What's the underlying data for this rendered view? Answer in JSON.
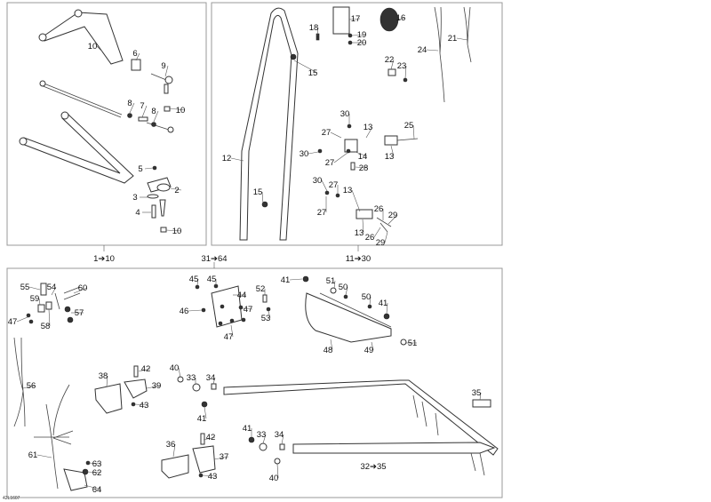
{
  "diagram_code": "42L1607",
  "groups": [
    {
      "caption": "1➔10"
    },
    {
      "caption": "11➔30"
    },
    {
      "caption": "31➔64"
    },
    {
      "caption": "32➔35"
    }
  ],
  "callouts": {
    "top_left": [
      "10",
      "6",
      "9",
      "8",
      "7",
      "8",
      "10",
      "5",
      "2",
      "3",
      "4",
      "10"
    ],
    "top_right": [
      "17",
      "16",
      "18",
      "19",
      "20",
      "22",
      "23",
      "24",
      "21",
      "15",
      "30",
      "25",
      "13",
      "27",
      "30",
      "14",
      "13",
      "27",
      "28",
      "12",
      "30",
      "27",
      "13",
      "15",
      "27",
      "26",
      "29",
      "13",
      "26",
      "29"
    ],
    "bottom": [
      "55",
      "54",
      "60",
      "59",
      "47",
      "58",
      "57",
      "56",
      "45",
      "45",
      "44",
      "47",
      "46",
      "47",
      "52",
      "53",
      "41",
      "51",
      "50",
      "50",
      "41",
      "51",
      "48",
      "49",
      "38",
      "42",
      "39",
      "43",
      "40",
      "33",
      "34",
      "41",
      "35",
      "36",
      "42",
      "37",
      "43",
      "41",
      "33",
      "34",
      "40",
      "61",
      "63",
      "62",
      "64"
    ]
  }
}
